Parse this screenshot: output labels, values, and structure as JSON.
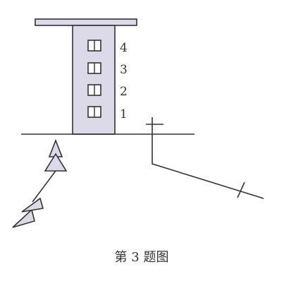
{
  "building": {
    "floors": [
      "1",
      "2",
      "3",
      "4"
    ]
  },
  "caption": "第 3 题图",
  "colors": {
    "building_fill": "#dcdae8",
    "ink": "#333333",
    "arrow_fill": "#dcdae8"
  }
}
